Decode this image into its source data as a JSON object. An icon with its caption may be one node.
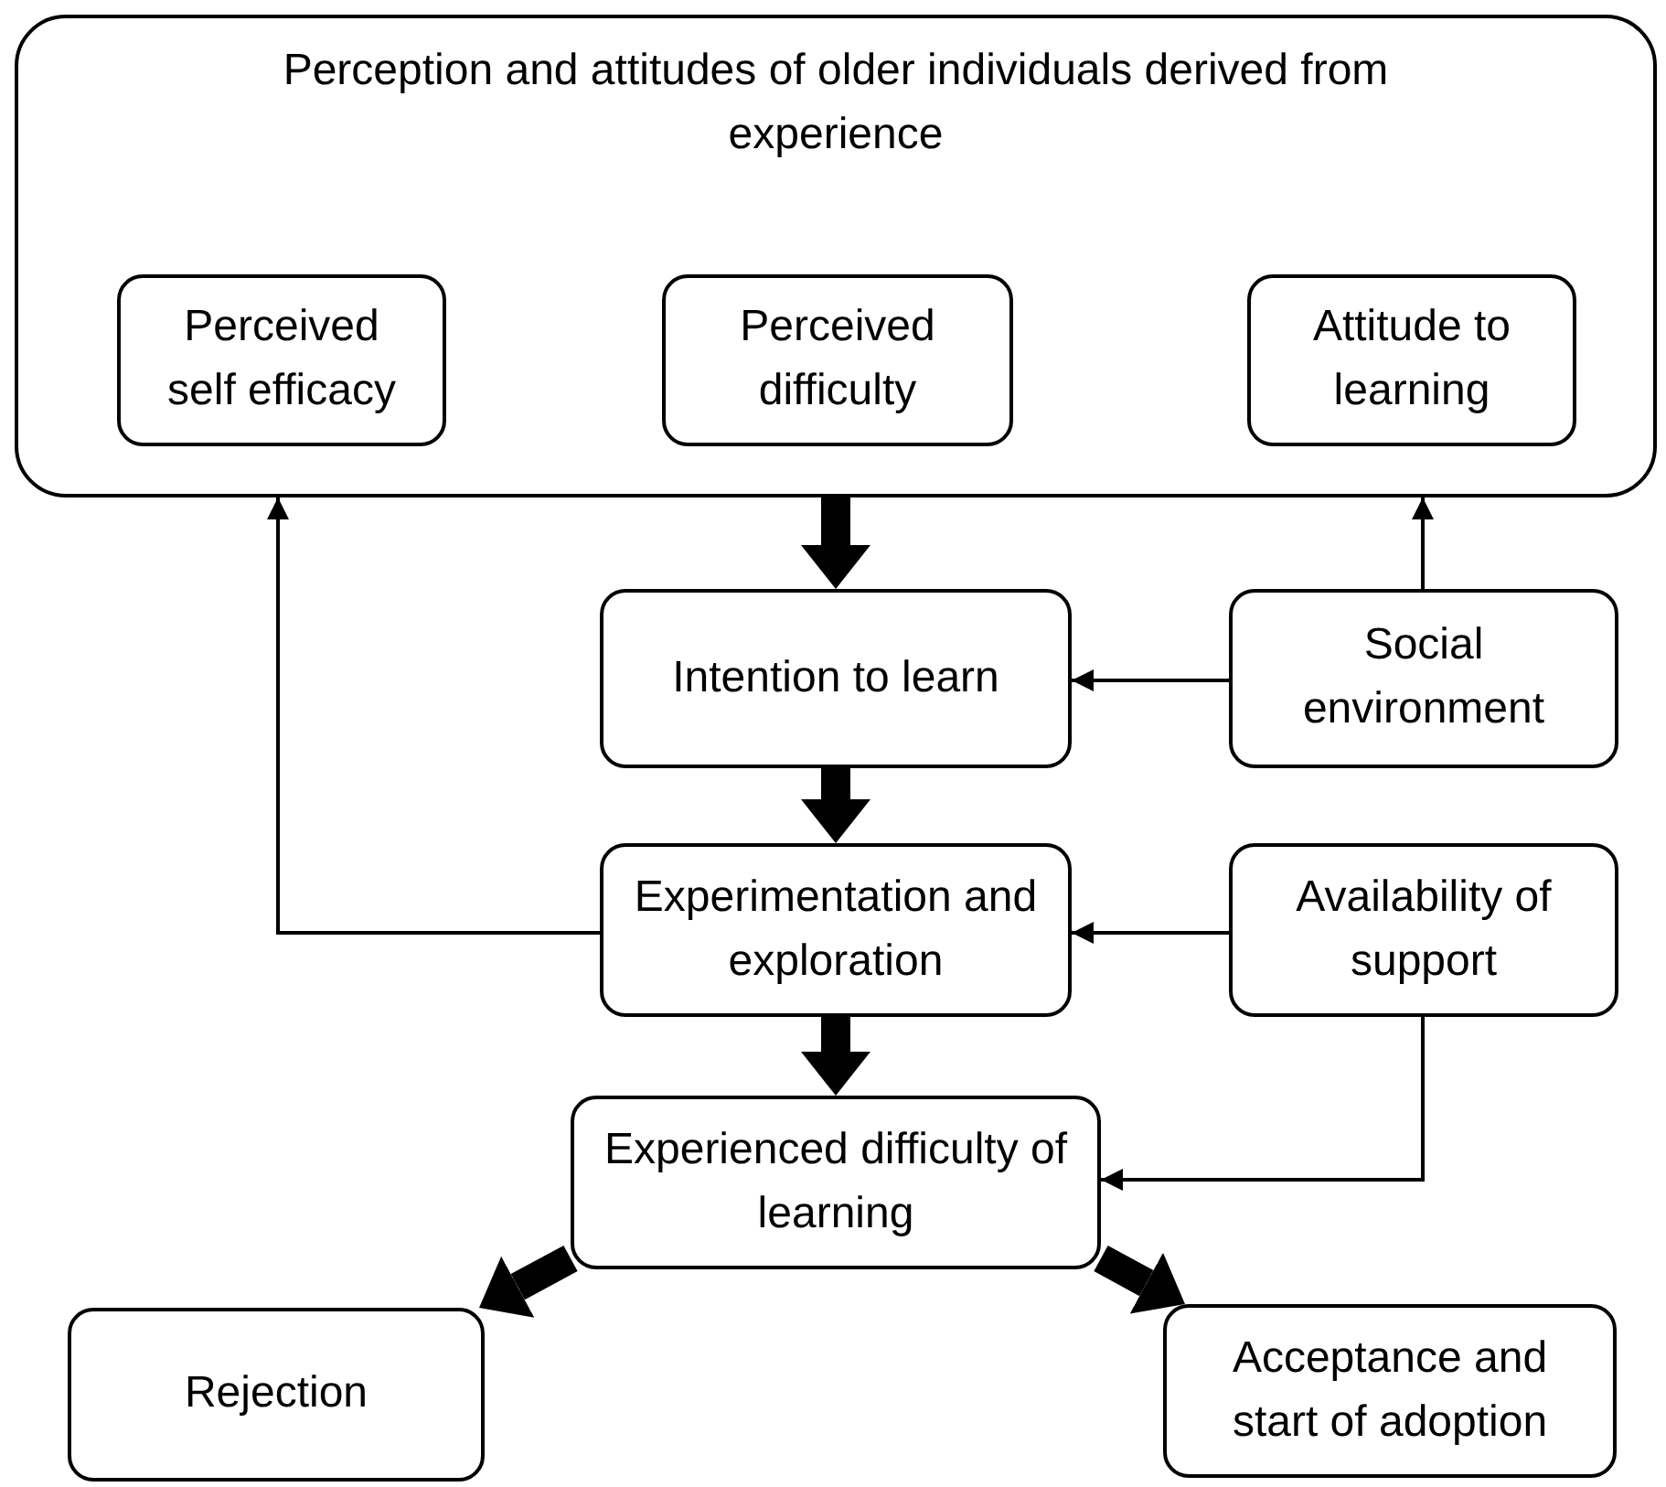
{
  "diagram": {
    "nodes": [
      {
        "text": [
          "Perception and attitudes of older individuals derived from experience"
        ]
      },
      {
        "text": [
          "Perceived self efficacy"
        ],
        "in": 0
      },
      {
        "text": [
          "Perceived difficulty"
        ],
        "in": 0
      },
      {
        "text": [
          "Attitude to learning"
        ],
        "in": 0
      },
      {
        "text": [
          "Intention to learn"
        ]
      },
      {
        "text": [
          "Social environment"
        ]
      },
      {
        "text": [
          "Experimentation and exploration"
        ]
      },
      {
        "text": [
          "Availability of support"
        ]
      },
      {
        "text": [
          "Experienced difficulty of learning"
        ]
      },
      {
        "text": [
          "Rejection"
        ]
      },
      {
        "text": [
          "Acceptance and start of adoption"
        ]
      }
    ],
    "edges": [
      {
        "from": 0,
        "to": 4,
        "arrow": "to",
        "style": "thick"
      },
      {
        "from": 4,
        "to": 6,
        "arrow": "to",
        "style": "thick"
      },
      {
        "from": 6,
        "to": 8,
        "arrow": "to",
        "style": "thick"
      },
      {
        "from": 8,
        "to": 9,
        "arrow": "to",
        "style": "thick"
      },
      {
        "from": 8,
        "to": 10,
        "arrow": "to",
        "style": "thick"
      },
      {
        "from": 5,
        "to": 4,
        "arrow": "to"
      },
      {
        "from": 5,
        "to": 0,
        "arrow": "to"
      },
      {
        "from": 7,
        "to": 6,
        "arrow": "to"
      },
      {
        "from": 7,
        "to": 8,
        "arrow": "to"
      },
      {
        "from": 6,
        "to": 0,
        "arrow": "to"
      }
    ]
  }
}
